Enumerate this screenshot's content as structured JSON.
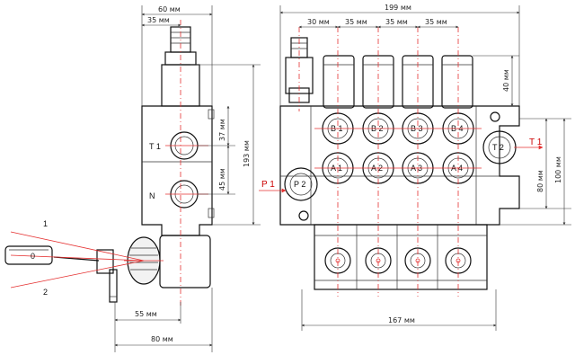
{
  "dimensions": {
    "side_top_width": "60 мм",
    "side_spool_width": "35 мм",
    "side_37": "37 мм",
    "side_45": "45 мм",
    "side_height": "193 мм",
    "side_lever_55": "55 мм",
    "side_bottom_80": "80 мм",
    "front_total_width": "199 мм",
    "front_first_pitch": "30 мм",
    "front_pitch_1": "35 мм",
    "front_pitch_2": "35 мм",
    "front_pitch_3": "35 мм",
    "front_40": "40 мм",
    "front_80": "80 мм",
    "front_100": "100 мм",
    "front_167": "167 мм"
  },
  "side_ports": {
    "t": "T 1",
    "n": "N"
  },
  "lever_positions": {
    "up": "1",
    "neutral": "0",
    "down": "2"
  },
  "front_ports": {
    "b": [
      "B 1",
      "B 2",
      "B 3",
      "B 4"
    ],
    "a": [
      "A 1",
      "A 2",
      "A 3",
      "A 4"
    ],
    "p": "P 2",
    "t": "T 2"
  },
  "flow": {
    "inlet": "P 1",
    "outlet": "T 1"
  },
  "colors": {
    "centerline": "#e53030",
    "outline": "#111111",
    "arrow": "#e53030"
  }
}
